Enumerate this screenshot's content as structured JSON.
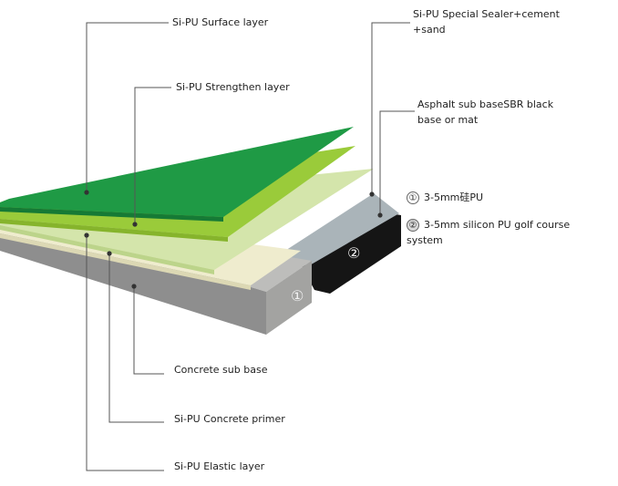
{
  "labels": {
    "surface": "Si-PU Surface layer",
    "strengthen": "Si-PU Strengthen layer",
    "sealer": "Si-PU Special Sealer+cement +sand",
    "asphalt": "Asphalt sub baseSBR black base or mat",
    "concrete_base": "Concrete sub base",
    "primer": "Si-PU Concrete primer",
    "elastic": "Si-PU Elastic layer"
  },
  "legend": [
    {
      "num": "①",
      "text": "3-5mm硅PU"
    },
    {
      "num": "②",
      "text": "3-5mm silicon PU golf course system"
    }
  ],
  "markers": {
    "one": "①",
    "two": "②"
  },
  "colors": {
    "surface": "#1f9a45",
    "strengthen": "#9acb3a",
    "elastic_mid": "#cfe2a4",
    "cream": "#efecce",
    "gray_top": "#b9b9b7",
    "gray_side": "#8f8f8f",
    "black": "#151515",
    "sealer_blue": "#aab4b9",
    "line": "#555555"
  }
}
